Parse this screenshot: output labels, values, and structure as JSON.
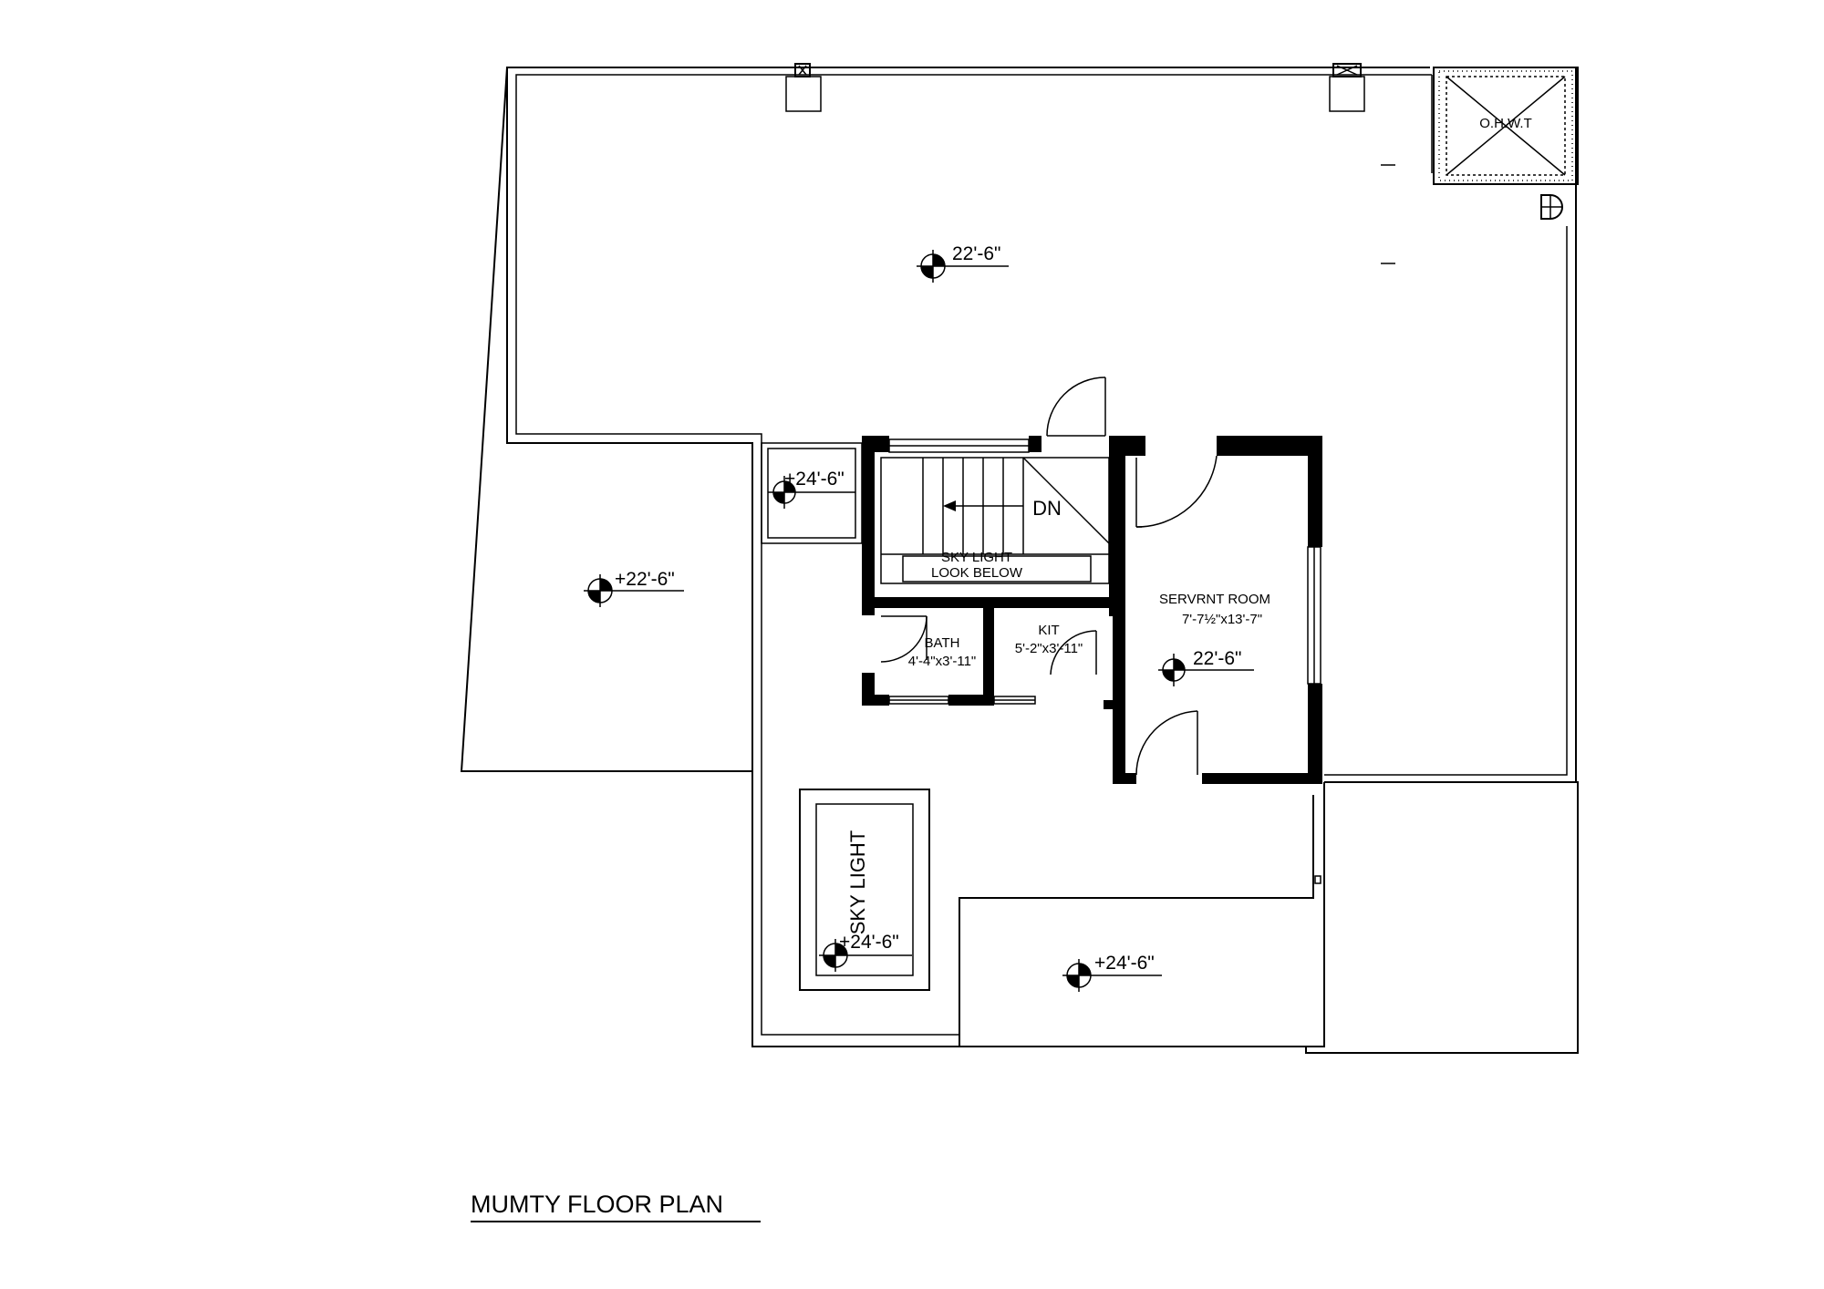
{
  "drawing": {
    "title": "MUMTY FLOOR PLAN"
  },
  "rooms": {
    "tank": "O.H.W.T",
    "stair_dn": "DN",
    "stair_skylight_line1": "SKY LIGHT",
    "stair_skylight_line2": "LOOK BELOW",
    "bath_name": "BATH",
    "bath_size": "4'-4\"x3'-11\"",
    "kit_name": "KIT",
    "kit_size": "5'-2\"x3'-11\"",
    "servant_name": "SERVRNT ROOM",
    "servant_size": "7'-7½\"x13'-7\"",
    "skylight": "SKY LIGHT"
  },
  "levels": {
    "top_terrace": "22'-6\"",
    "left_terrace": "+22'-6\"",
    "small_box": "+24'-6\"",
    "servant_room": "22'-6\"",
    "skylight": "+24'-6\"",
    "bottom_slab": "+24'-6\""
  }
}
